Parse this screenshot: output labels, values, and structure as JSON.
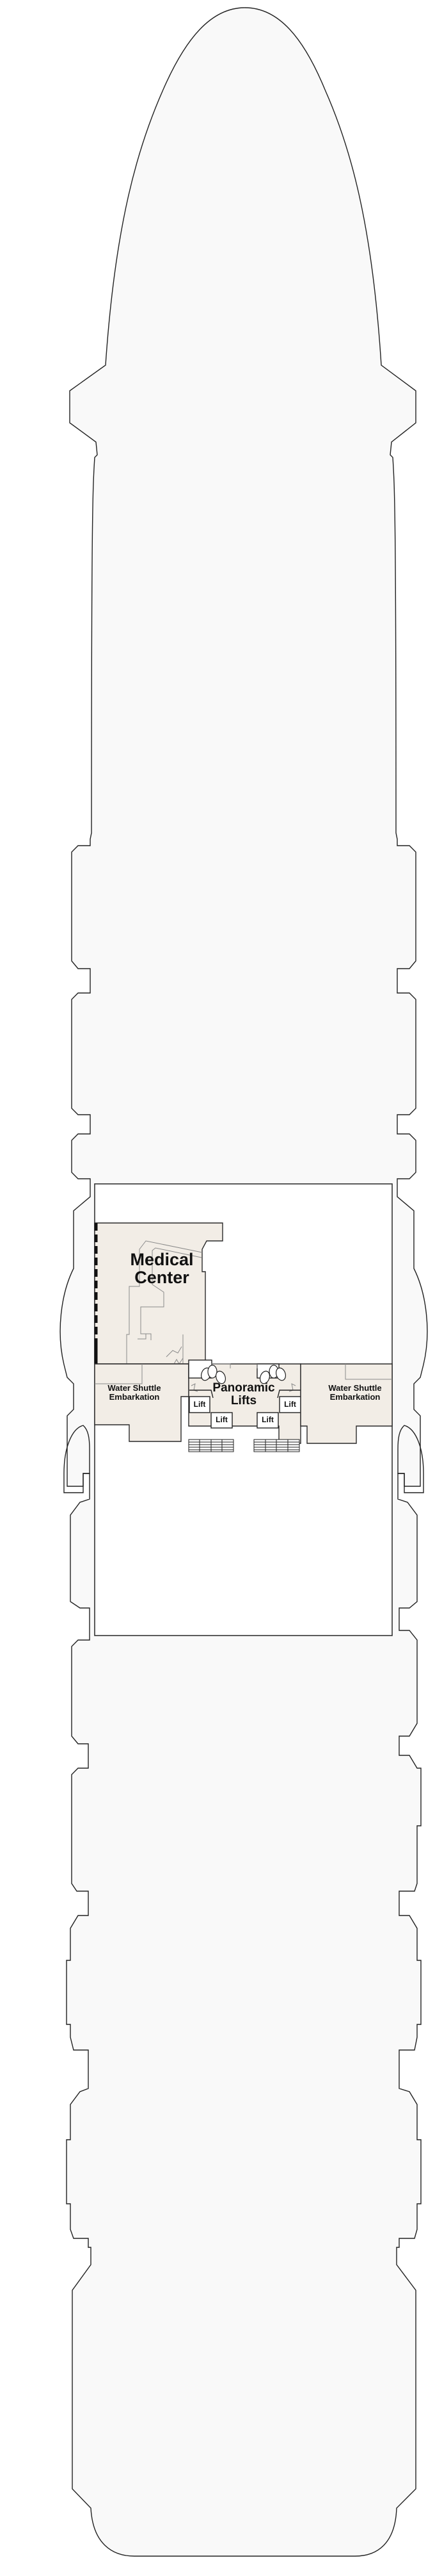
{
  "deck_plan": {
    "colors": {
      "hull_fill": "#f9f9f9",
      "public_area_fill": "#f2ede6",
      "outline": "#222222"
    },
    "areas": {
      "medical_center": {
        "line1": "Medical",
        "line2": "Center"
      },
      "water_shuttle_port": {
        "line1": "Water Shuttle",
        "line2": "Embarkation"
      },
      "water_shuttle_starboard": {
        "line1": "Water Shuttle",
        "line2": "Embarkation"
      },
      "panoramic_lifts": {
        "line1": "Panoramic",
        "line2": "Lifts"
      }
    },
    "lifts": [
      {
        "label": "Lift"
      },
      {
        "label": "Lift"
      },
      {
        "label": "Lift"
      },
      {
        "label": "Lift"
      }
    ],
    "icons": {
      "stairs": "stairs-icon",
      "doors": "door-swing-icon",
      "window_line": "window-dashed-line"
    }
  }
}
